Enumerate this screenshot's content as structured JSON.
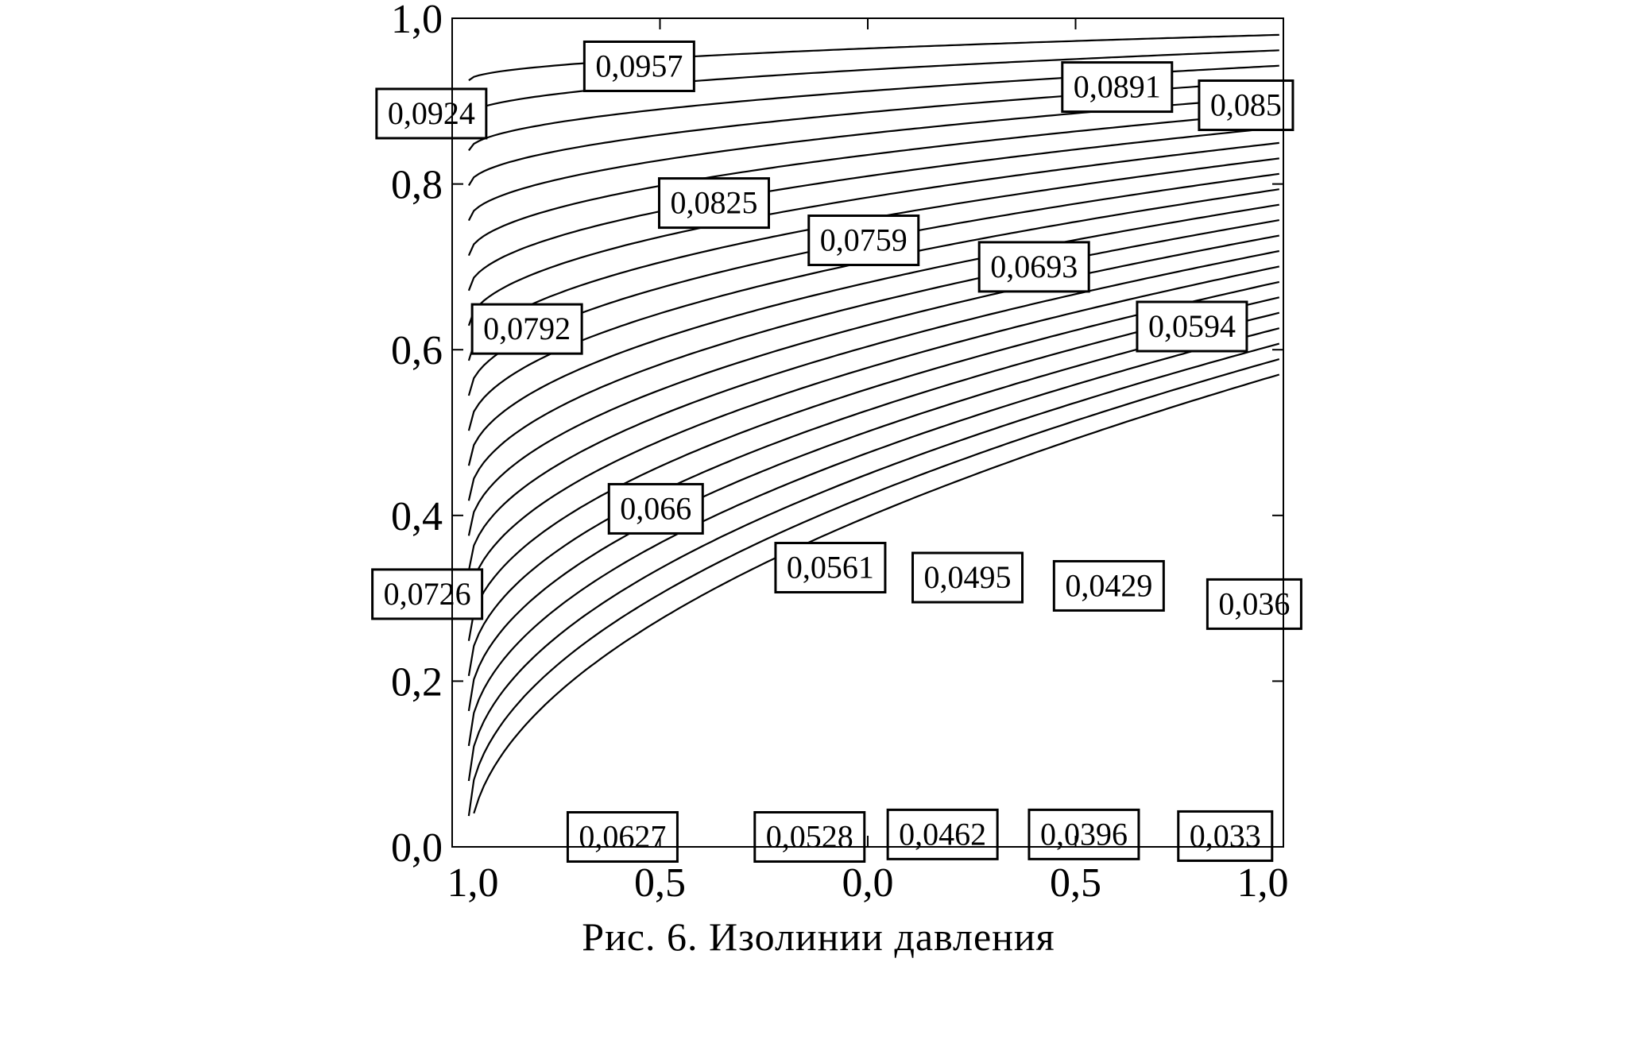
{
  "chart_data": {
    "type": "contour",
    "x_tick_labels": [
      "1,0",
      "0,5",
      "0,0",
      "0,5",
      "1,0"
    ],
    "x_ticks": [
      -1.0,
      -0.5,
      0.0,
      0.5,
      1.0
    ],
    "y_tick_labels": [
      "0,0",
      "0,2",
      "0,4",
      "0,6",
      "0,8",
      "1,0"
    ],
    "y_ticks": [
      0.0,
      0.2,
      0.4,
      0.6,
      0.8,
      1.0
    ],
    "xlim": [
      -1.0,
      1.0
    ],
    "ylim": [
      0.0,
      1.0
    ],
    "grid": false,
    "isolines": [
      {
        "value": "0,0957",
        "x": -0.55,
        "y": 0.942
      },
      {
        "value": "0,0924",
        "x": -1.05,
        "y": 0.885
      },
      {
        "value": "0,0891",
        "x": 0.6,
        "y": 0.917
      },
      {
        "value": "0,085",
        "x": 0.91,
        "y": 0.895
      },
      {
        "value": "0,0825",
        "x": -0.37,
        "y": 0.777
      },
      {
        "value": "0,0792",
        "x": -0.82,
        "y": 0.625
      },
      {
        "value": "0,0759",
        "x": -0.01,
        "y": 0.732
      },
      {
        "value": "0,0726",
        "x": -1.06,
        "y": 0.305
      },
      {
        "value": "0,0693",
        "x": 0.4,
        "y": 0.7
      },
      {
        "value": "0,066",
        "x": -0.51,
        "y": 0.408
      },
      {
        "value": "0,0627",
        "x": -0.59,
        "y": 0.012
      },
      {
        "value": "0,0594",
        "x": 0.78,
        "y": 0.628
      },
      {
        "value": "0,0561",
        "x": -0.09,
        "y": 0.337
      },
      {
        "value": "0,0528",
        "x": -0.14,
        "y": 0.012
      },
      {
        "value": "0,0495",
        "x": 0.24,
        "y": 0.325
      },
      {
        "value": "0,0462",
        "x": 0.18,
        "y": 0.015
      },
      {
        "value": "0,0429",
        "x": 0.58,
        "y": 0.315
      },
      {
        "value": "0,0396",
        "x": 0.52,
        "y": 0.015
      },
      {
        "value": "0,036",
        "x": 0.93,
        "y": 0.293
      },
      {
        "value": "0,033",
        "x": 0.86,
        "y": 0.013
      }
    ]
  },
  "caption": "Рис. 6. Изолинии давления"
}
